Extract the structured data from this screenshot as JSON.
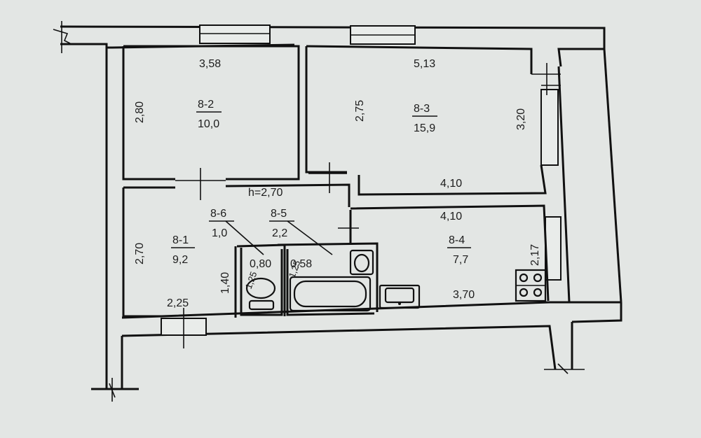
{
  "plan": {
    "ceiling_height": "h=2,70",
    "rooms": [
      {
        "id": "8-2",
        "area": "10,0",
        "width": "3,58",
        "height": "2,80"
      },
      {
        "id": "8-3",
        "area": "15,9",
        "width_top": "5,13",
        "height_left": "2,75",
        "height_right": "3,20",
        "width_bottom": "4,10"
      },
      {
        "id": "8-1",
        "area": "9,2",
        "height_left": "2,70",
        "width_bottom": "2,25",
        "inner_wall": "1,40"
      },
      {
        "id": "8-6",
        "area": "1,0",
        "width": "0,80",
        "depth": "1,25"
      },
      {
        "id": "8-5",
        "area": "2,2",
        "width": "0,58",
        "depth": "1,25"
      },
      {
        "id": "8-4",
        "area": "7,7",
        "width_top": "4,10",
        "width_bottom": "3,70",
        "height_right": "2,17"
      }
    ]
  },
  "colors": {
    "paper": "#e3e6e4",
    "ink": "#111111"
  },
  "icons": [
    "toilet-icon",
    "bathtub-icon",
    "washbasin-icon",
    "kitchen-sink-icon",
    "stove-icon",
    "wall-break-icon"
  ]
}
